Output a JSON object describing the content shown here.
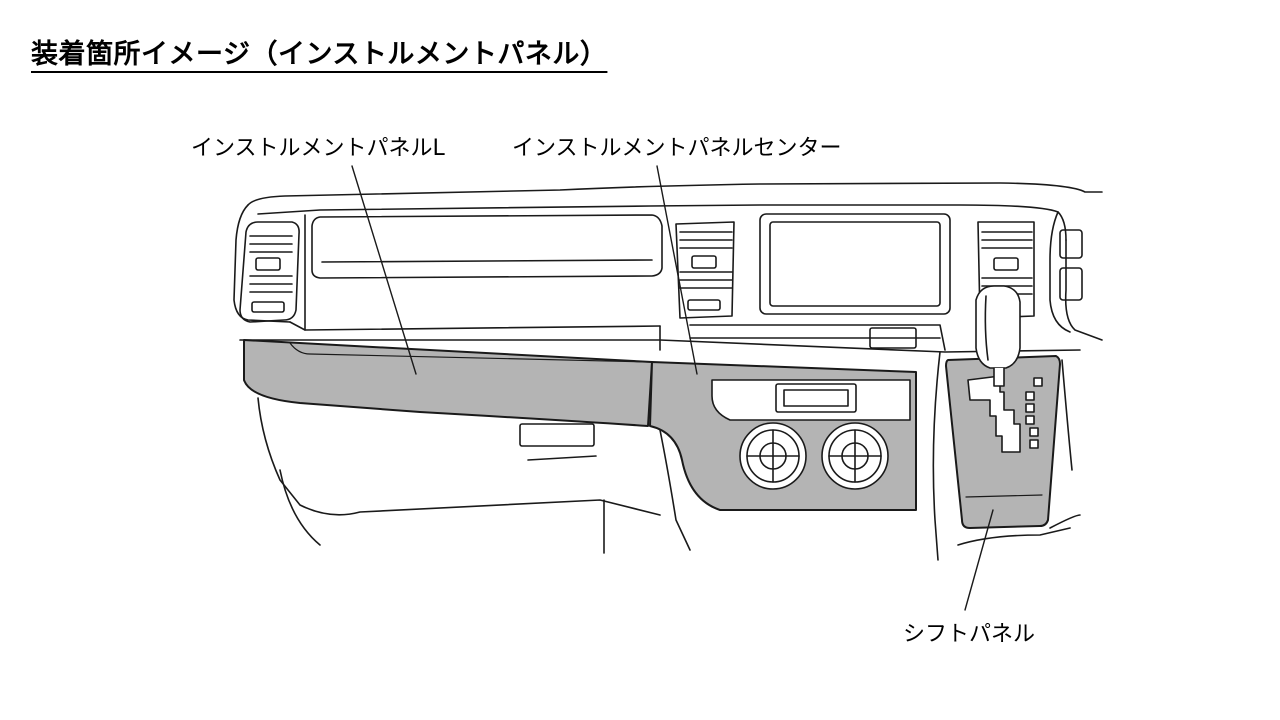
{
  "page": {
    "title": "装着箇所イメージ（インストルメントパネル）"
  },
  "callouts": {
    "instrument_panel_l": "インストルメントパネルL",
    "instrument_panel_center": "インストルメントパネルセンター",
    "shift_panel": "シフトパネル"
  },
  "colors": {
    "highlight_fill": "#b4b4b4",
    "line": "#1a1a1a",
    "background": "#ffffff"
  }
}
